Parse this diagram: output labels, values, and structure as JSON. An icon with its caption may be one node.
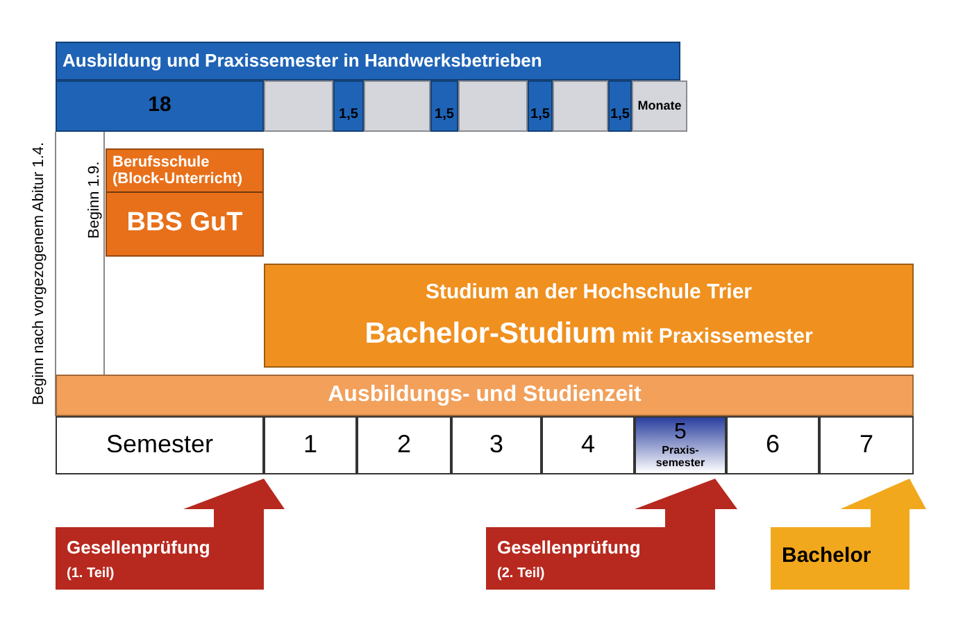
{
  "diagram": {
    "nodes": [
      {
        "text": [
          "Ausbildung und Praxissemester in Handwerksbetrieben"
        ]
      },
      {
        "text": [
          "18"
        ]
      },
      {
        "text": [],
        "shape": "box"
      },
      {
        "text": [
          "1,5"
        ]
      },
      {
        "text": [],
        "shape": "box"
      },
      {
        "text": [
          "1,5"
        ]
      },
      {
        "text": [],
        "shape": "box"
      },
      {
        "text": [
          "1,5"
        ]
      },
      {
        "text": [],
        "shape": "box"
      },
      {
        "text": [
          "1,5"
        ]
      },
      {
        "text": [
          "Monate"
        ]
      },
      {
        "text": [
          "Berufsschule (Block-Unterricht)",
          "BBS GuT"
        ]
      },
      {
        "text": [
          "Studium an der Hochschule Trier",
          "**Bachelor-Studium** mit Praxissemester"
        ]
      },
      {
        "text": [
          "Ausbildungs- und Studienzeit"
        ]
      },
      {
        "text": [
          "Semester"
        ]
      },
      {
        "text": [
          "1"
        ]
      },
      {
        "text": [
          "2"
        ]
      },
      {
        "text": [
          "3"
        ]
      },
      {
        "text": [
          "4"
        ]
      },
      {
        "text": [
          "5",
          "Praxis- semester"
        ]
      },
      {
        "text": [
          "6"
        ]
      },
      {
        "text": [
          "7"
        ]
      },
      {
        "text": [
          "Gesellenprüfung",
          "(1. Teil)"
        ]
      },
      {
        "text": [
          "Gesellenprüfung",
          "(2. Teil)"
        ]
      },
      {
        "text": [
          "Bachelor"
        ]
      }
    ],
    "labels": [
      "Beginn nach vorgezogenem Abitur 1.4.",
      "Beginn 1.9."
    ]
  }
}
